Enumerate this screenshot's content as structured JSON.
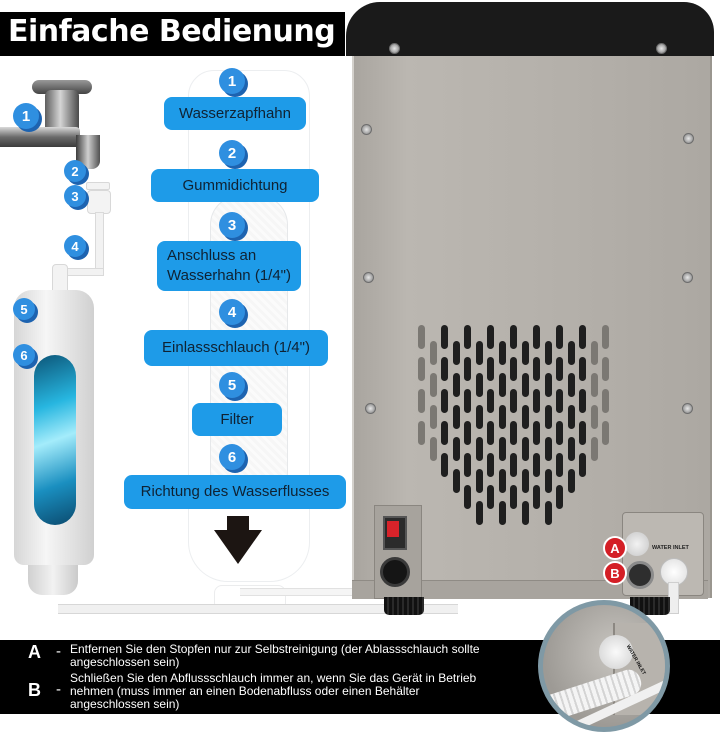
{
  "title": "Einfache Bedienung",
  "steps": [
    {
      "number": "1",
      "label": "Wasserzapfhahn"
    },
    {
      "number": "2",
      "label": "Gummidichtung"
    },
    {
      "number": "3",
      "label": "Anschluss an Wasserhahn (1/4\")"
    },
    {
      "number": "4",
      "label": "Einlassschlauch (1/4\")"
    },
    {
      "number": "5",
      "label": "Filter"
    },
    {
      "number": "6",
      "label": "Richtung des Wasserflusses"
    }
  ],
  "illustration_badges": [
    "1",
    "2",
    "3",
    "4",
    "5",
    "6"
  ],
  "machine": {
    "inlet_label": "WATER INLET",
    "port_a_label": "A",
    "port_b_label": "B"
  },
  "notes": [
    {
      "key": "A",
      "dash": "-",
      "text": "Entfernen Sie den Stopfen nur zur Selbstreinigung (der Ablassschlauch sollte angeschlossen sein)"
    },
    {
      "key": "B",
      "dash": "-",
      "text": "Schließen Sie den Abflussschlauch immer an, wenn Sie das Gerät in Betrieb nehmen (muss immer an einen Bodenabfluss oder einen Behälter angeschlossen sein)"
    }
  ],
  "zoom_inset": {
    "label": "WATER INLET"
  },
  "colors": {
    "step_pill": "#1e9be8",
    "step_badge": "#2f8fe0",
    "port_badge": "#d41f26",
    "banner": "#000000"
  }
}
